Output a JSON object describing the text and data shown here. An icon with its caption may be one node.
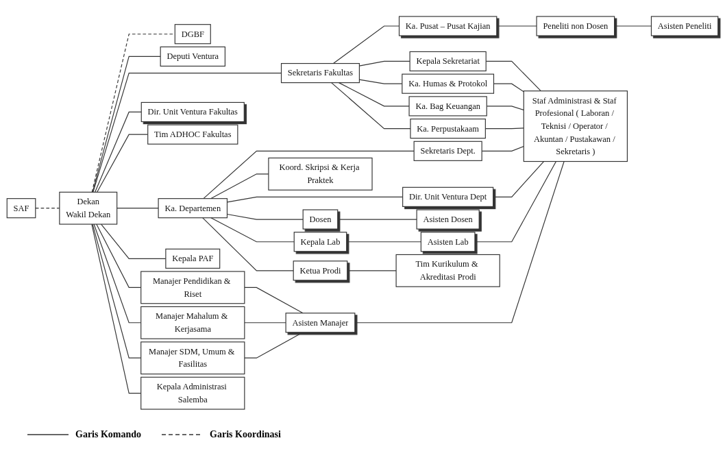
{
  "diagram": {
    "nodes": [
      {
        "text": [
          "Dekan",
          "Wakil Dekan"
        ]
      },
      {
        "text": [
          "SAF"
        ]
      },
      {
        "text": [
          "DGBF"
        ]
      },
      {
        "text": [
          "Deputi Ventura"
        ]
      },
      {
        "text": [
          "Sekretaris Fakultas"
        ]
      },
      {
        "text": [
          "Ka. Departemen"
        ]
      },
      {
        "text": [
          "Dir. Unit Ventura Fakultas"
        ]
      },
      {
        "text": [
          "Sekretaris Dept."
        ]
      },
      {
        "text": [
          "Kepala PAF"
        ]
      },
      {
        "text": [
          "Manajer Pendidikan & Riset"
        ]
      },
      {
        "text": [
          "Manajer Mahalum & Kerjasama"
        ]
      },
      {
        "text": [
          "Manajer SDM, Umum & Fasilitas"
        ]
      },
      {
        "text": [
          "Kepala Administrasi Salemba"
        ]
      },
      {
        "text": [
          "Tim ADHOC Fakultas"
        ]
      },
      {
        "text": [
          "Dir. Unit Ventura Dept"
        ]
      },
      {
        "text": [
          "Kepala Lab"
        ]
      },
      {
        "text": [
          "Ketua Prodi"
        ]
      },
      {
        "text": [
          "Ka. Pusat – Pusat Kajian"
        ]
      },
      {
        "text": [
          "Koord. Skripsi & Kerja Praktek"
        ]
      },
      {
        "text": [
          "Dosen"
        ]
      },
      {
        "text": [
          "Tim Kurikulum & Akreditasi Prodi"
        ]
      },
      {
        "text": [
          "Peneliti non Dosen"
        ]
      },
      {
        "text": [
          "Kepala Sekretariat"
        ]
      },
      {
        "text": [
          "Ka. Humas & Protokol"
        ]
      },
      {
        "text": [
          "Ka. Bag Keuangan"
        ]
      },
      {
        "text": [
          "Ka. Perpustakaam"
        ]
      },
      {
        "text": [
          "Asisten Dosen"
        ]
      },
      {
        "text": [
          "Asisten Lab"
        ]
      },
      {
        "text": [
          "Asisten Manajer"
        ]
      },
      {
        "text": [
          "Asisten Peneliti"
        ]
      },
      {
        "text": [
          "Staf Administrasi & Staf Profesional ( Laboran / Teknisi / Operator / Akuntan / Pustakawan / Sekretaris )"
        ]
      }
    ],
    "edges": [
      {
        "from": 1,
        "to": 0,
        "arrow": "none",
        "style": "dashed"
      },
      {
        "from": 0,
        "to": 2,
        "arrow": "none",
        "style": "dashed"
      },
      {
        "from": 0,
        "to": 3,
        "arrow": "none"
      },
      {
        "from": 0,
        "to": 4,
        "arrow": "none"
      },
      {
        "from": 0,
        "to": 6,
        "arrow": "none"
      },
      {
        "from": 0,
        "to": 13,
        "arrow": "none"
      },
      {
        "from": 0,
        "to": 5,
        "arrow": "none"
      },
      {
        "from": 0,
        "to": 8,
        "arrow": "none"
      },
      {
        "from": 0,
        "to": 9,
        "arrow": "none"
      },
      {
        "from": 0,
        "to": 10,
        "arrow": "none"
      },
      {
        "from": 0,
        "to": 11,
        "arrow": "none"
      },
      {
        "from": 0,
        "to": 12,
        "arrow": "none"
      },
      {
        "from": 4,
        "to": 17,
        "arrow": "none"
      },
      {
        "from": 4,
        "to": 22,
        "arrow": "none"
      },
      {
        "from": 4,
        "to": 23,
        "arrow": "none"
      },
      {
        "from": 4,
        "to": 24,
        "arrow": "none"
      },
      {
        "from": 4,
        "to": 25,
        "arrow": "none"
      },
      {
        "from": 5,
        "to": 7,
        "arrow": "none"
      },
      {
        "from": 5,
        "to": 18,
        "arrow": "none"
      },
      {
        "from": 5,
        "to": 14,
        "arrow": "none"
      },
      {
        "from": 5,
        "to": 19,
        "arrow": "none"
      },
      {
        "from": 5,
        "to": 15,
        "arrow": "none"
      },
      {
        "from": 5,
        "to": 16,
        "arrow": "none"
      },
      {
        "from": 7,
        "to": 30,
        "arrow": "none"
      },
      {
        "from": 14,
        "to": 30,
        "arrow": "none"
      },
      {
        "from": 19,
        "to": 26,
        "arrow": "none"
      },
      {
        "from": 15,
        "to": 27,
        "arrow": "none"
      },
      {
        "from": 27,
        "to": 30,
        "arrow": "none"
      },
      {
        "from": 16,
        "to": 20,
        "arrow": "none"
      },
      {
        "from": 9,
        "to": 28,
        "arrow": "none"
      },
      {
        "from": 10,
        "to": 28,
        "arrow": "none"
      },
      {
        "from": 11,
        "to": 28,
        "arrow": "none"
      },
      {
        "from": 28,
        "to": 30,
        "arrow": "none"
      },
      {
        "from": 17,
        "to": 21,
        "arrow": "none"
      },
      {
        "from": 21,
        "to": 29,
        "arrow": "none"
      },
      {
        "from": 22,
        "to": 30,
        "arrow": "none"
      },
      {
        "from": 23,
        "to": 30,
        "arrow": "none"
      },
      {
        "from": 24,
        "to": 30,
        "arrow": "none"
      },
      {
        "from": 25,
        "to": 30,
        "arrow": "none"
      }
    ],
    "legend": [
      {
        "text": "Garis Komando"
      },
      {
        "text": "Garis Koordinasi"
      }
    ]
  }
}
